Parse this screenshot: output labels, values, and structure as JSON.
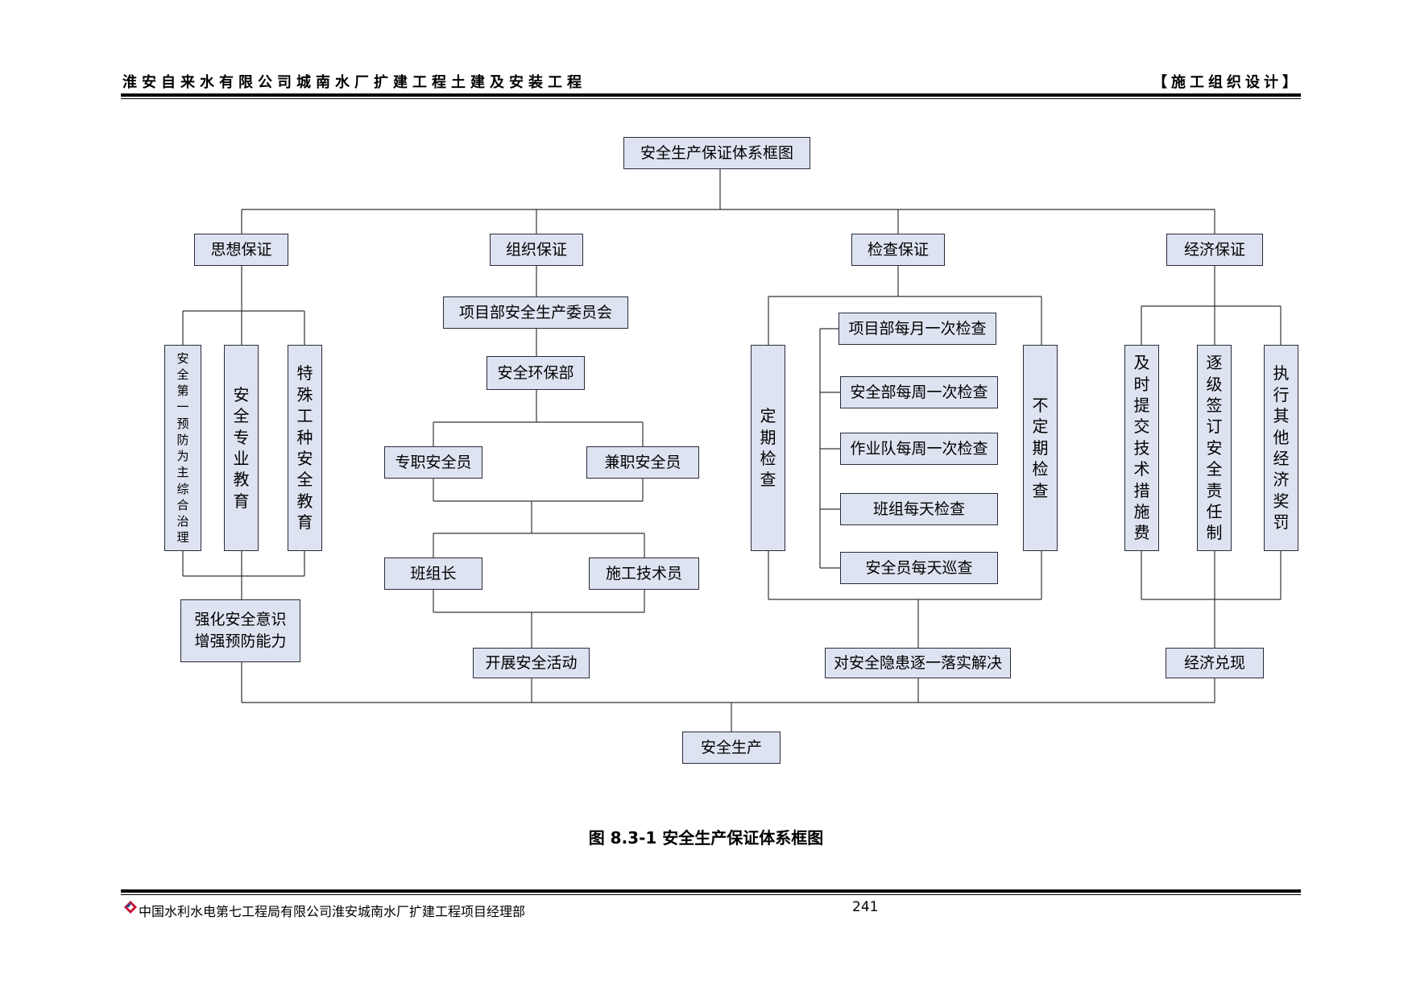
{
  "header": {
    "title": "淮安自来水有限公司城南水厂扩建工程土建及安装工程",
    "doc_type": "【施工组织设计】"
  },
  "diagram": {
    "top": "安全生产保证体系框图",
    "branches": {
      "sixiang": "思想保证",
      "zuzhi": "组织保证",
      "jiancha": "检查保证",
      "jingji": "经济保证"
    },
    "sixiang": {
      "col1": "安\n全\n第\n一\n预\n防\n为\n主\n综\n合\n治\n理",
      "col2": "安\n全\n专\n业\n教\n育",
      "col3": "特\n殊\n工\n种\n安\n全\n教\n育",
      "result": "强化安全意识\n增强预防能力"
    },
    "zuzhi": {
      "committee": "项目部安全生产委员会",
      "dept": "安全环保部",
      "full_time": "专职安全员",
      "part_time": "兼职安全员",
      "leader": "班组长",
      "tech": "施工技术员",
      "result": "开展安全活动"
    },
    "jiancha": {
      "regular": "定\n期\n检\n查",
      "irregular": "不\n定\n期\n检\n查",
      "items": [
        "项目部每月一次检查",
        "安全部每周一次检查",
        "作业队每周一次检查",
        "班组每天检查",
        "安全员每天巡查"
      ],
      "result": "对安全隐患逐一落实解决"
    },
    "jingji": {
      "col1": "及\n时\n提\n交\n技\n术\n措\n施\n费",
      "col2": "逐\n级\n签\n订\n安\n全\n责\n任\n制",
      "col3": "执\n行\n其\n他\n经\n济\n奖\n罚",
      "result": "经济兑现"
    },
    "bottom": "安全生产"
  },
  "caption": "图 8.3-1  安全生产保证体系框图",
  "footer": {
    "org": "中国水利水电第七工程局有限公司淮安城南水厂扩建工程项目经理部",
    "page": "241"
  }
}
